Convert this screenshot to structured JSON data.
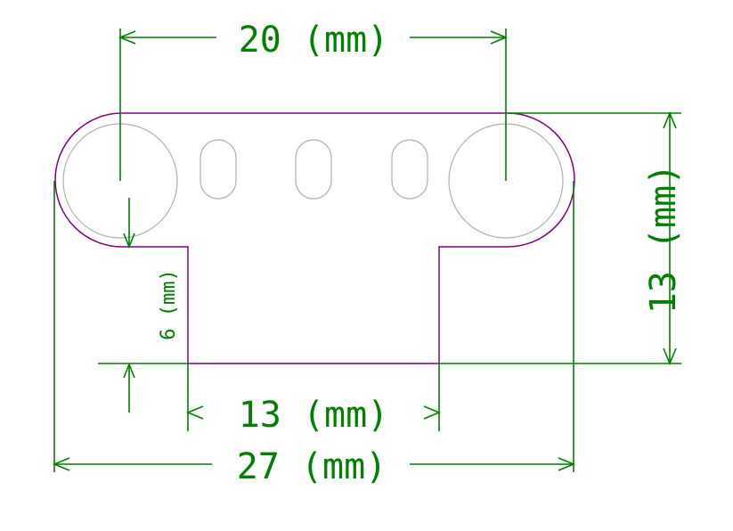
{
  "dimensions": {
    "top": "20 (mm)",
    "right": "13 (mm)",
    "left": "6 (mm)",
    "inner_bottom": "13 (mm)",
    "overall_bottom": "27 (mm)"
  },
  "colors": {
    "outline": "#800080",
    "dimension": "#008000",
    "holes": "#b0b0b0",
    "background": "#ffffff"
  }
}
